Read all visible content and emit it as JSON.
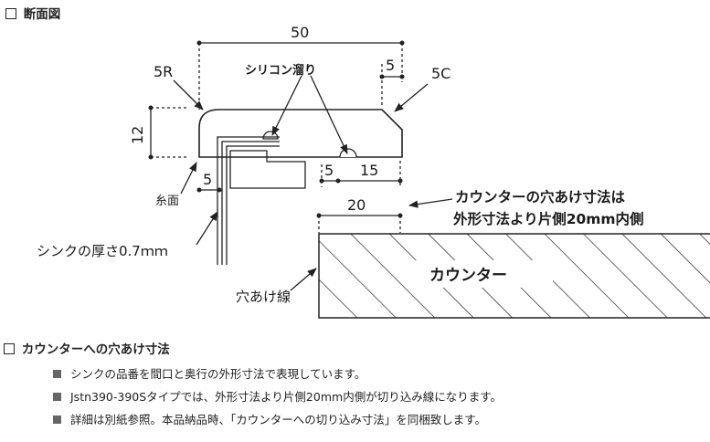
{
  "headings": {
    "section": "断面図",
    "hole_cut": "カウンターへの穴あけ寸法"
  },
  "dimensions": {
    "total_width": "50",
    "chamfer_width": "5",
    "corner_radius": "5R",
    "chamfer": "5C",
    "height": "12",
    "left_offset": "5",
    "inner_offset": "5",
    "inner_width": "15",
    "counter_offset": "20"
  },
  "labels": {
    "silicone": "シリコン溜り",
    "thread_face": "糸面",
    "sink_thickness": "シンクの厚さ0.7ｍｍ",
    "hole_line": "穴あけ線",
    "counter": "カウンター",
    "note_line1": "カウンターの穴あけ寸法は",
    "note_line2": "外形寸法より片側20mm内側"
  },
  "bullets": [
    "シンクの品番を間口と奥行の外形寸法で表現しています。",
    "Jstn390-390Sタイプでは、外形寸法より片側20mm内側が切り込み線になります。",
    "詳細は別紙参照。本品納品時、「カウンターへの切り込み寸法」を同梱致します。"
  ]
}
